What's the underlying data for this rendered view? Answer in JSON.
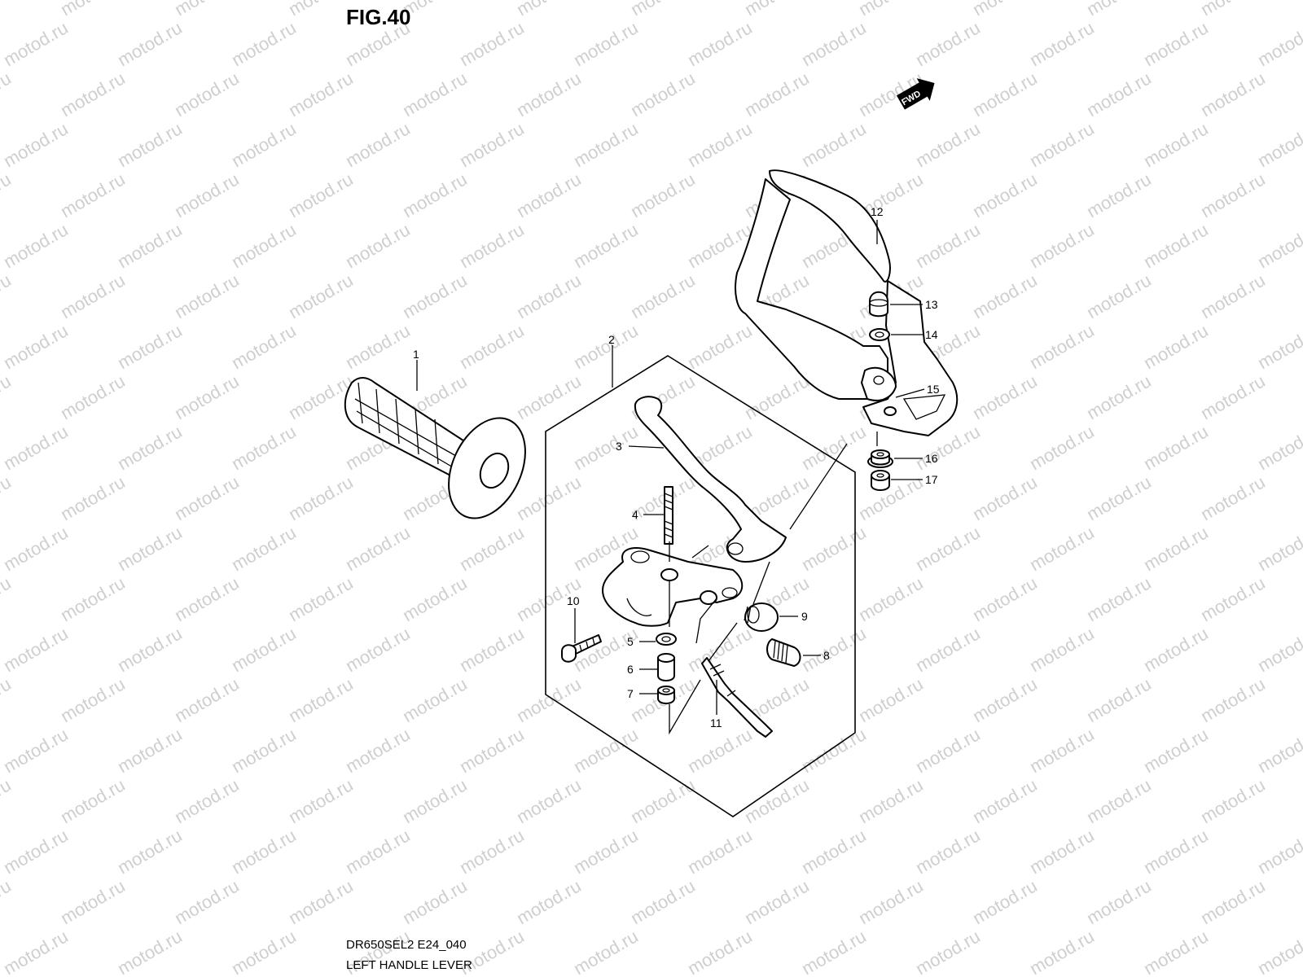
{
  "figure": {
    "title": "FIG.40",
    "code": "DR650SEL2 E24_040",
    "name": "LEFT HANDLE LEVER",
    "direction_badge": "FWD"
  },
  "watermark": {
    "text": "motod.ru"
  },
  "callouts": [
    {
      "id": "1",
      "label": "1"
    },
    {
      "id": "2",
      "label": "2"
    },
    {
      "id": "3",
      "label": "3"
    },
    {
      "id": "4",
      "label": "4"
    },
    {
      "id": "5",
      "label": "5"
    },
    {
      "id": "6",
      "label": "6"
    },
    {
      "id": "7",
      "label": "7"
    },
    {
      "id": "8",
      "label": "8"
    },
    {
      "id": "9",
      "label": "9"
    },
    {
      "id": "10",
      "label": "10"
    },
    {
      "id": "11",
      "label": "11"
    },
    {
      "id": "12",
      "label": "12"
    },
    {
      "id": "13",
      "label": "13"
    },
    {
      "id": "14",
      "label": "14"
    },
    {
      "id": "15",
      "label": "15"
    },
    {
      "id": "16",
      "label": "16"
    },
    {
      "id": "17",
      "label": "17"
    }
  ],
  "colors": {
    "ink": "#000000",
    "watermark": "#cfcfcf",
    "background": "#ffffff"
  }
}
